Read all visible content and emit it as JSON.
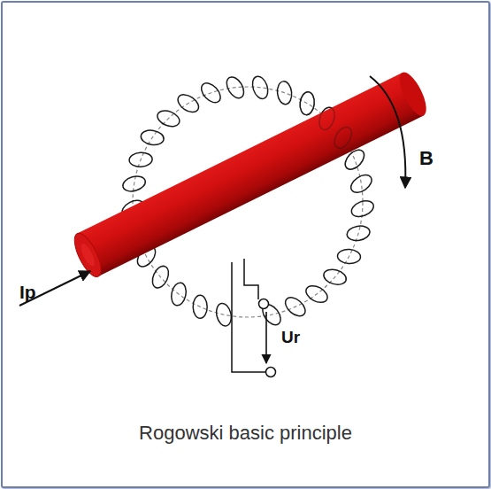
{
  "diagram": {
    "caption": "Rogowski basic principle",
    "labels": [
      "Ip",
      "B",
      "Ur"
    ]
  }
}
